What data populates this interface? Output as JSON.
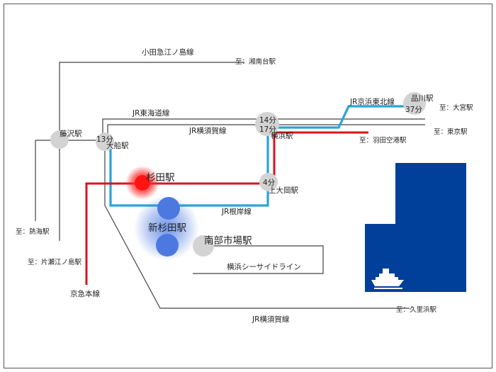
{
  "lines": {
    "odakyu_enoshima": "小田急江ノ島線",
    "jr_tokaido": "JR東海道線",
    "jr_yokosuka_top": "JR横須賀線",
    "jr_keihin_tohoku": "JR京浜東北線",
    "jr_negishi": "JR根岸線",
    "yokohama_seaside": "横浜シーサイドライン",
    "jr_yokosuka_bottom": "JR横須賀線",
    "keikyu": "京急本線"
  },
  "destinations": {
    "shonandai": "至：湘南台駅",
    "omiya": "至：大宮駅",
    "tokyo": "至：東京駅",
    "haneda": "至：羽田空港駅",
    "atami": "至：熱海駅",
    "katase_enoshima": "至：片瀬江ノ島駅",
    "kurihama": "至：久里浜駅"
  },
  "stations": {
    "fujisawa": "藤沢駅",
    "ofuna": "大船駅",
    "sugita": "杉田駅",
    "shin_sugita": "新杉田駅",
    "nambu_ichiba": "南部市場駅",
    "yokohama": "横浜駅",
    "kamiooka": "上大岡駅",
    "shinagawa": "品川駅"
  },
  "travel_times": {
    "ofuna": "13分",
    "yokohama_a": "14分",
    "yokohama_b": "17分",
    "kamiooka": "4分",
    "shinagawa": "37分"
  },
  "colors": {
    "jr_line": "#444444",
    "keihin_tohoku_negishi": "#2aa3d8",
    "keikyu": "#d9141e",
    "station_marker": "#d3d3d3",
    "sea": "#003f9a",
    "highlight_red": "#ff0000",
    "highlight_blue": "#3f6fe0"
  },
  "icons": {
    "ship": "ship-icon"
  }
}
